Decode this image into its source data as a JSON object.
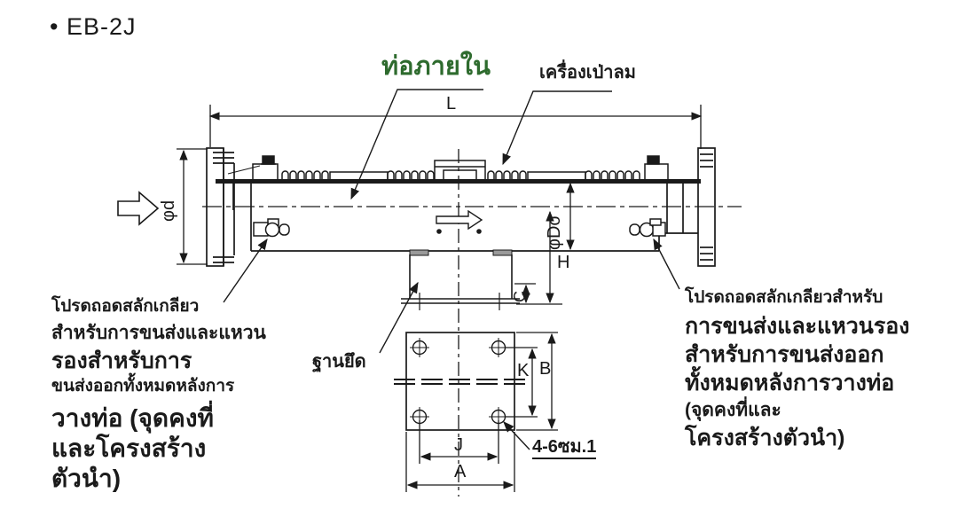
{
  "title": "• EB-2J",
  "colors": {
    "ink": "#1a1a1a",
    "inner_pipe_label": "#2e6b2e"
  },
  "callouts": {
    "inner_pipe": "ท่อภายใน",
    "blower": "เครื่องเป่าลม",
    "base_mount": "ฐานยึด",
    "bolt_holes": "4-6ซม.1"
  },
  "dimensions": {
    "overall_length": "L",
    "inlet_diameter": "φd",
    "outer_diameter": "φDo",
    "height": "H",
    "base_offset": "C",
    "bolt_span_vertical": "K",
    "base_depth": "B",
    "bolt_span_horizontal": "J",
    "base_width": "A"
  },
  "notes": {
    "left": {
      "lines": [
        "โปรดถอดสลักเกลียว",
        "สำหรับการขนส่งและแหวน",
        "รองสำหรับการ",
        "ขนส่งออกทั้งหมดหลังการ",
        "วางท่อ (จุดคงที่",
        "และโครงสร้าง",
        "ตัวนำ)"
      ]
    },
    "right": {
      "lines": [
        "โปรดถอดสลักเกลียวสำหรับ",
        "การขนส่งและแหวนรอง",
        "สำหรับการขนส่งออก",
        "ทั้งหมดหลังการวางท่อ",
        "(จุดคงที่และ",
        "โครงสร้างตัวนำ)"
      ]
    }
  }
}
